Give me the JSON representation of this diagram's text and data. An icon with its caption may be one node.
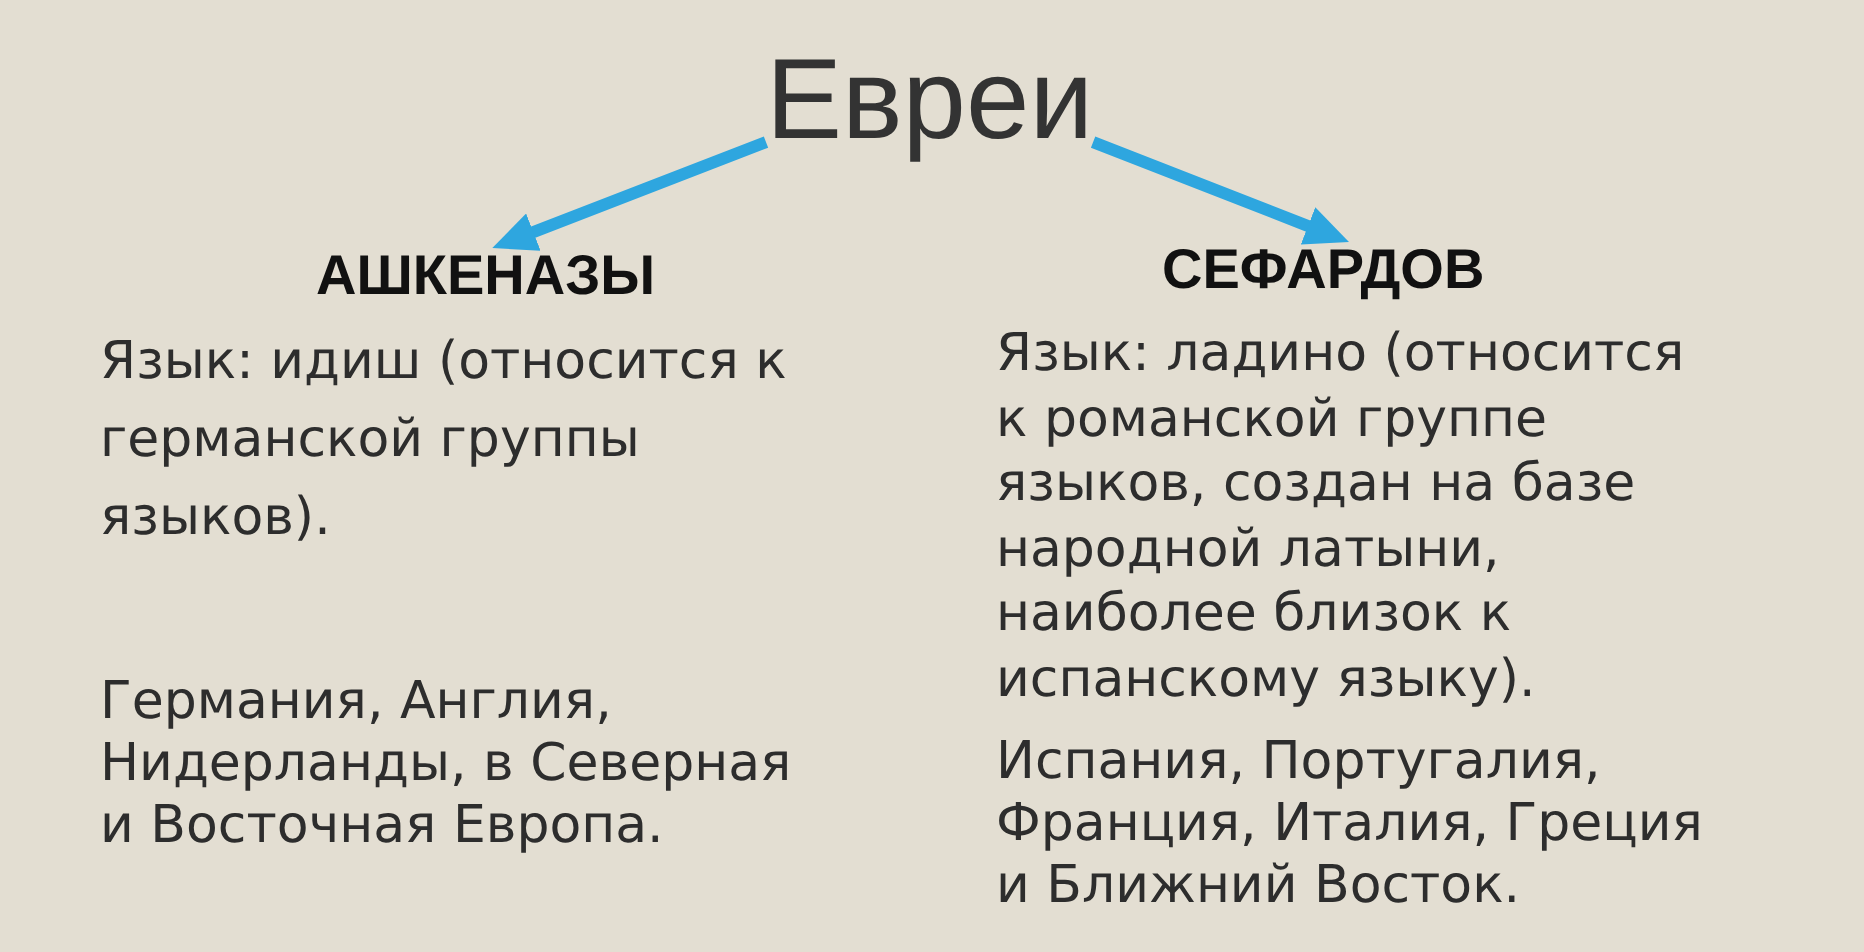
{
  "diagram": {
    "nodes": [
      {
        "text": [
          "Евреи"
        ]
      },
      {
        "text": [
          "АШКЕНАЗЫ"
        ]
      },
      {
        "text": [
          "СЕФАРДОВ"
        ]
      }
    ],
    "edges": [
      {
        "from": 0,
        "to": 1,
        "arrow": "to"
      },
      {
        "from": 0,
        "to": 2,
        "arrow": "to"
      }
    ],
    "labels": [
      "Язык: идиш (относится к германской группы языков).",
      "Язык: ладино (относится к романской группе языков, создан на базе народной латыни, наиболее близок к испанскому языку).",
      "Германия, Англия, Нидерланды, в Северная и Восточная Европа.",
      "Испания, Португалия, Франция, Италия, Греция и Ближний Восток."
    ]
  }
}
